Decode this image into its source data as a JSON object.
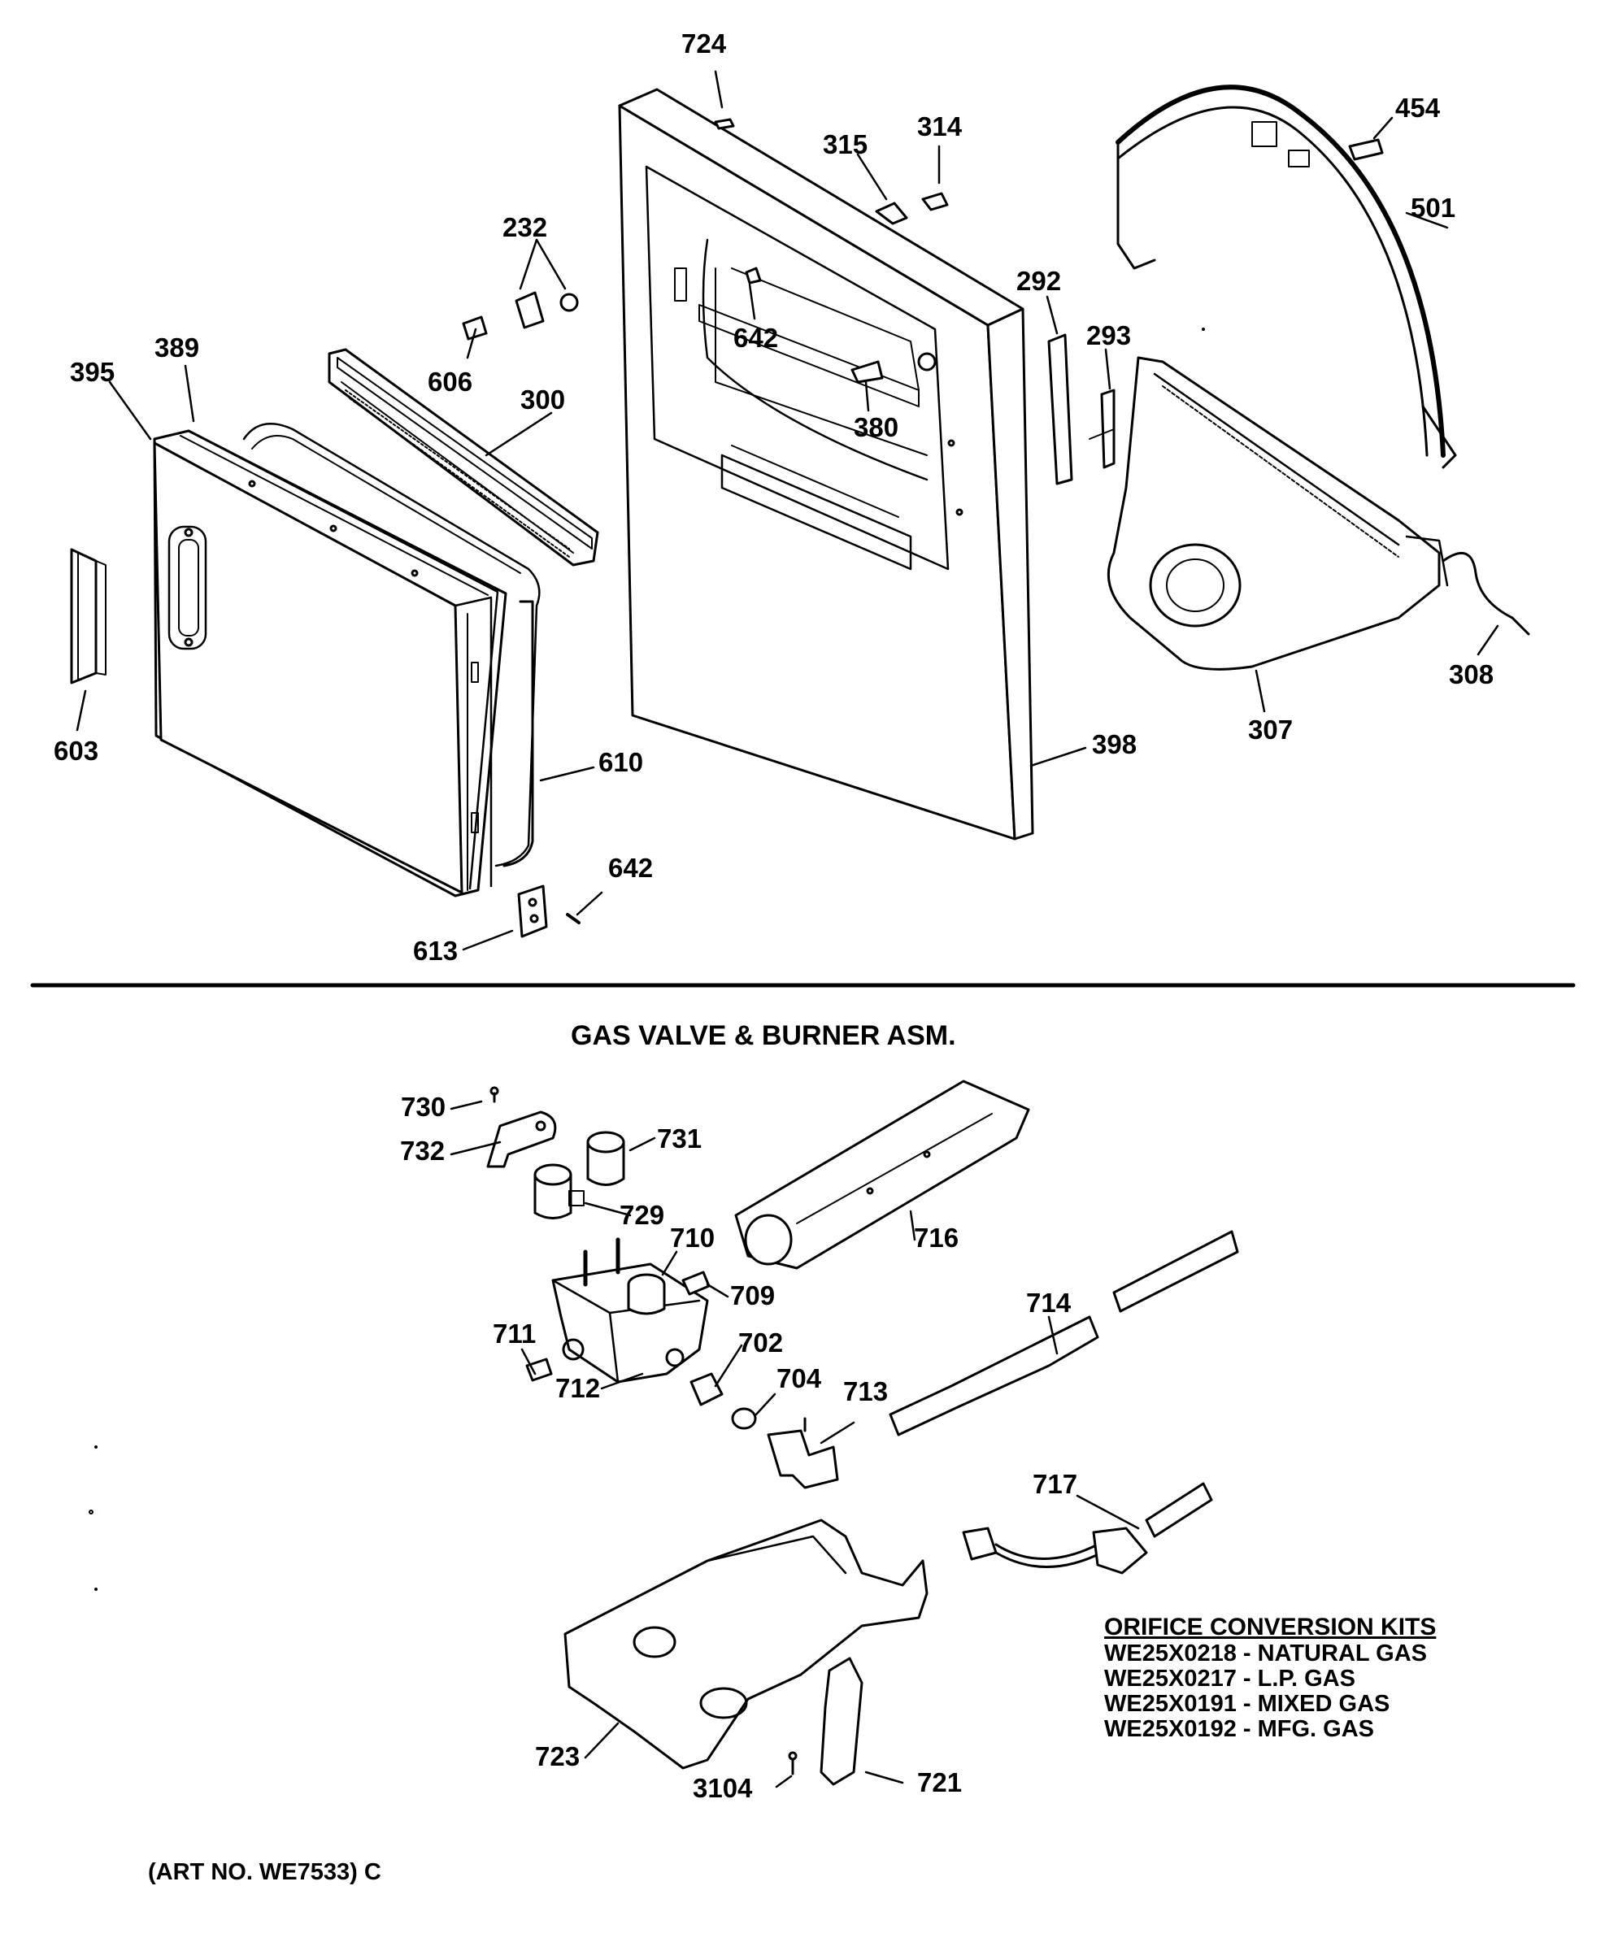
{
  "section_title": "GAS VALVE & BURNER ASM.",
  "art_number": "(ART NO. WE7533) C",
  "callouts": [
    {
      "id": "c724a",
      "text": "724"
    },
    {
      "id": "c454",
      "text": "454"
    },
    {
      "id": "c315",
      "text": "315"
    },
    {
      "id": "c314",
      "text": "314"
    },
    {
      "id": "c501",
      "text": "501"
    },
    {
      "id": "c232",
      "text": "232"
    },
    {
      "id": "c292",
      "text": "292"
    },
    {
      "id": "c642a",
      "text": "642"
    },
    {
      "id": "c293",
      "text": "293"
    },
    {
      "id": "c389",
      "text": "389"
    },
    {
      "id": "c395",
      "text": "395"
    },
    {
      "id": "c606",
      "text": "606"
    },
    {
      "id": "c300",
      "text": "300"
    },
    {
      "id": "c380",
      "text": "380"
    },
    {
      "id": "c308",
      "text": "308"
    },
    {
      "id": "c307",
      "text": "307"
    },
    {
      "id": "c398",
      "text": "398"
    },
    {
      "id": "c603",
      "text": "603"
    },
    {
      "id": "c610",
      "text": "610"
    },
    {
      "id": "c642b",
      "text": "642"
    },
    {
      "id": "c613",
      "text": "613"
    },
    {
      "id": "c730",
      "text": "730"
    },
    {
      "id": "c732",
      "text": "732"
    },
    {
      "id": "c731",
      "text": "731"
    },
    {
      "id": "c729",
      "text": "729"
    },
    {
      "id": "c710",
      "text": "710"
    },
    {
      "id": "c716",
      "text": "716"
    },
    {
      "id": "c709",
      "text": "709"
    },
    {
      "id": "c714",
      "text": "714"
    },
    {
      "id": "c711",
      "text": "711"
    },
    {
      "id": "c702",
      "text": "702"
    },
    {
      "id": "c704",
      "text": "704"
    },
    {
      "id": "c713",
      "text": "713"
    },
    {
      "id": "c712",
      "text": "712"
    },
    {
      "id": "c717",
      "text": "717"
    },
    {
      "id": "c723",
      "text": "723"
    },
    {
      "id": "c721",
      "text": "721"
    },
    {
      "id": "c3104",
      "text": "3104"
    }
  ],
  "orifice_kits": {
    "title": "ORIFICE CONVERSION KITS",
    "rows": [
      {
        "part": "WE25X0218",
        "desc": "NATURAL GAS"
      },
      {
        "part": "WE25X0217",
        "desc": "L.P. GAS"
      },
      {
        "part": "WE25X0191",
        "desc": "MIXED GAS"
      },
      {
        "part": "WE25X0192",
        "desc": "MFG. GAS"
      }
    ]
  }
}
